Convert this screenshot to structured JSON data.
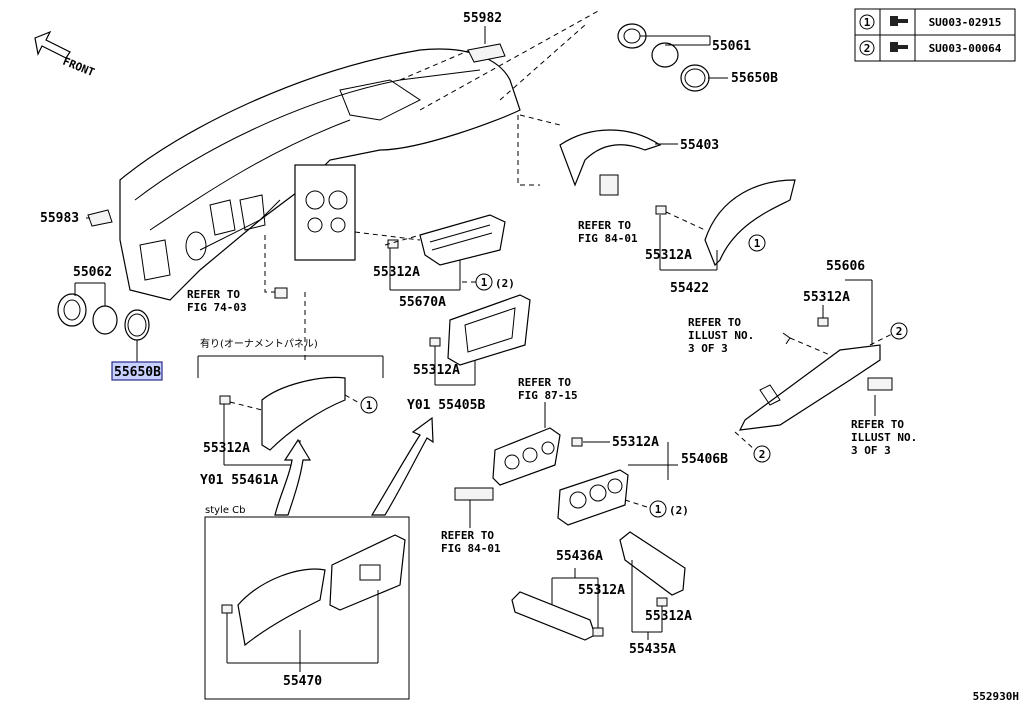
{
  "parts": {
    "p55982": "55982",
    "p55061": "55061",
    "p55650B_top": "55650B",
    "p55403": "55403",
    "p55983": "55983",
    "p55062": "55062",
    "p55650B_left": "55650B",
    "p55312A_center": "55312A",
    "p55670A": "55670A",
    "p55312A_right": "55312A",
    "p55422": "55422",
    "p55606": "55606",
    "p55312A_far": "55312A",
    "p55312A_mid": "55312A",
    "y01_55405B": "Y01 55405B",
    "p55312A_left": "55312A",
    "y01_55461A": "Y01 55461A",
    "p55312A_heater": "55312A",
    "p55406B": "55406B",
    "p55436A": "55436A",
    "p55312A_low1": "55312A",
    "p55312A_low2": "55312A",
    "p55435A": "55435A",
    "p55470": "55470"
  },
  "refs": {
    "front": "FRONT",
    "ref_7403_a": "REFER TO",
    "ref_7403_b": "FIG 74-03",
    "ref_8401_a": "REFER TO",
    "ref_8401_b": "FIG 84-01",
    "ref_8715_a": "REFER TO",
    "ref_8715_b": "FIG 87-15",
    "ref_8401c_a": "REFER TO",
    "ref_8401c_b": "FIG 84-01",
    "illus1_a": "REFER TO",
    "illus1_b": "ILLUST NO.",
    "illus1_c": "3 OF 3",
    "illus2_a": "REFER TO",
    "illus2_b": "ILLUST NO.",
    "illus2_c": "3 OF 3"
  },
  "notes": {
    "ornament": "有り(オーナメントパネル)",
    "style": "style Cb",
    "qty2": "(2)",
    "qty2b": "(2)"
  },
  "callouts": [
    "1",
    "2"
  ],
  "legend": [
    {
      "num": "1",
      "code": "SU003-02915"
    },
    {
      "num": "2",
      "code": "SU003-00064"
    }
  ],
  "diagram_id": "552930H",
  "colors": {
    "highlight": "#c7d0ff",
    "line": "#000000"
  }
}
